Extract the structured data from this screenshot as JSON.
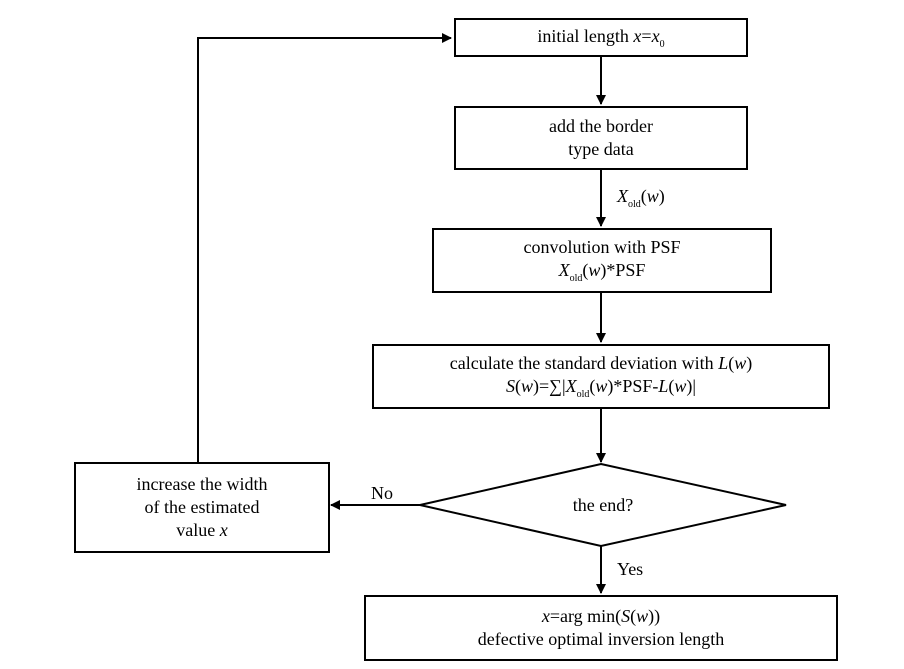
{
  "nodes": {
    "init": {
      "text": "initial length",
      "var": "x",
      "eq": "=",
      "var0": "x",
      "sub0": "0"
    },
    "border": {
      "line1": "add the border",
      "line2": "type data"
    },
    "x_old_label": {
      "var": "X",
      "sub": "old",
      "arg": "(",
      "w": "w",
      "close": ")"
    },
    "conv": {
      "line1": "convolution with PSF",
      "var": "X",
      "sub": "old",
      "open": "(",
      "w": "w",
      "tail": ")*PSF"
    },
    "stddev": {
      "line1_text": "calculate the standard deviation with",
      "line1_L": "L",
      "line1_open": "(",
      "line1_w": "w",
      "line1_close": ")",
      "S": "S",
      "S_open": "(",
      "S_w": "w",
      "S_mid": ")=∑|",
      "X": "X",
      "X_sub": "old",
      "X_open": "(",
      "X_w": "w",
      "X_mid": ")*PSF-",
      "L": "L",
      "L_open": "(",
      "L_w": "w",
      "L_close": ")|"
    },
    "decision": {
      "text": "the end?"
    },
    "increase": {
      "line1": "increase the width",
      "line2": "of the estimated",
      "line3_text": "value",
      "line3_var": "x"
    },
    "result": {
      "x": "x",
      "eq": "=arg min(",
      "S": "S",
      "open": "(",
      "w": "w",
      "close": "))",
      "line2": "defective optimal inversion length"
    }
  },
  "edges": {
    "no_label": "No",
    "yes_label": "Yes"
  }
}
